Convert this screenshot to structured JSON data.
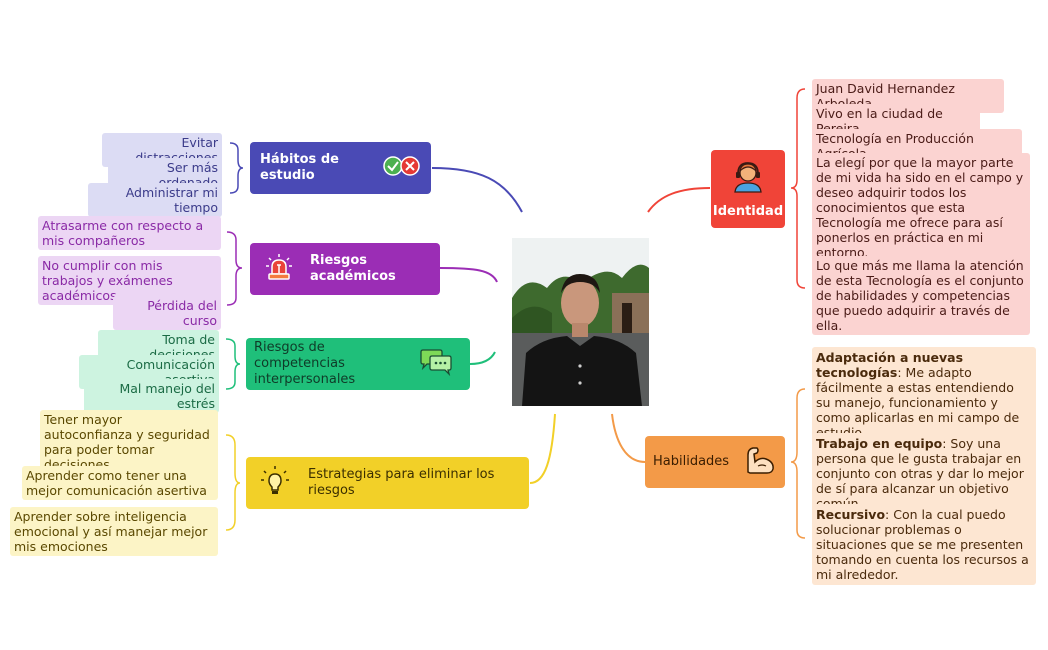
{
  "center": {
    "image": "person-photo"
  },
  "colors": {
    "habitos": "#4a4ab5",
    "riesgos_acad": "#9b2db5",
    "riesgos_inter": "#1fbf7a",
    "estrategias": "#f2d028",
    "identidad": "#f04438",
    "habilidades": "#f39a48"
  },
  "branches": {
    "habitos": {
      "title": "Hábitos de estudio",
      "items": [
        "Evitar distracciones",
        "Ser más ordenado",
        "Administrar mi tiempo"
      ]
    },
    "riesgos_acad": {
      "title": "Riesgos académicos",
      "items": [
        "Atrasarme con respecto a mis compañeros",
        "No cumplir con mis trabajos y exámenes académicos",
        "Pérdida del curso"
      ]
    },
    "riesgos_inter": {
      "title": "Riesgos de competencias interpersonales",
      "items": [
        "Toma de decisiones",
        "Comunicación asertiva",
        "Mal manejo del estrés"
      ]
    },
    "estrategias": {
      "title": "Estrategias para eliminar los riesgos",
      "items": [
        "Tener mayor autoconfianza y seguridad para poder tomar decisiones",
        "Aprender como tener una mejor comunicación asertiva",
        "Aprender sobre inteligencia emocional y así manejar mejor mis emociones"
      ]
    },
    "identidad": {
      "title": "Identidad",
      "items": [
        "Juan David Hernandez Arboleda",
        "Vivo en la ciudad de Pereira",
        "Tecnología en Producción Agrícola",
        "La elegí por que la mayor parte de mi vida ha sido en el campo y deseo adquirir todos los conocimientos que esta Tecnología me ofrece para así ponerlos en práctica en mi entorno.",
        "Lo que más me llama la atención de esta Tecnología es el conjunto de habilidades y competencias que puedo adquirir a través de ella."
      ]
    },
    "habilidades": {
      "title": "Habilidades",
      "items": [
        {
          "kw": "Adaptación a nuevas tecnologías",
          "text": ": Me adapto fácilmente a estas entendiendo su manejo, funcionamiento y como aplicarlas en mi campo de estudio."
        },
        {
          "kw": "Trabajo en equipo",
          "text": ": Soy una persona que le gusta trabajar en conjunto con otras y dar lo mejor de sí para alcanzar un objetivo común"
        },
        {
          "kw": "Recursivo",
          "text": ": Con la cual puedo solucionar problemas o situaciones que se me presenten tomando en cuenta los recursos a mi alrededor."
        }
      ]
    }
  }
}
